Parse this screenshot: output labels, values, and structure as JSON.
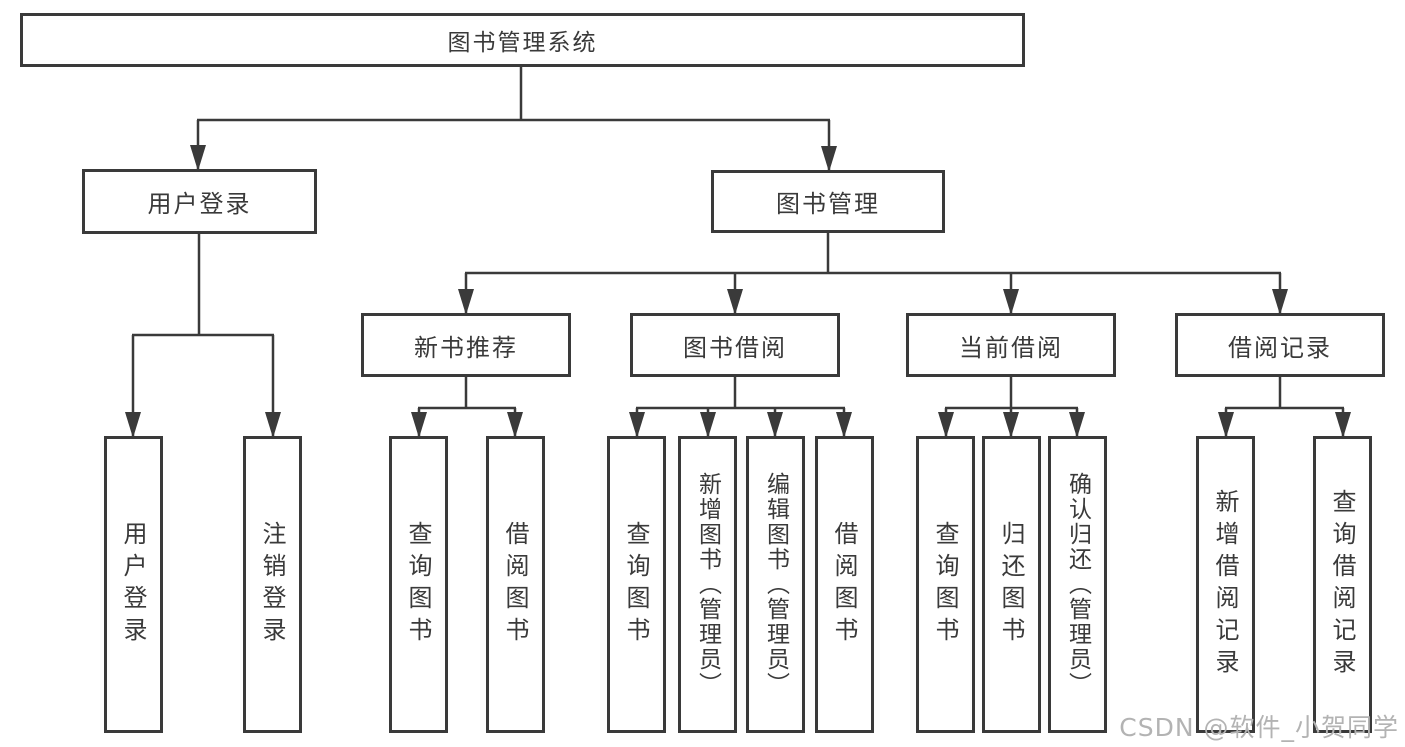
{
  "diagram": {
    "root": {
      "label": "图书管理系统"
    },
    "level2": [
      {
        "label": "用户登录"
      },
      {
        "label": "图书管理"
      }
    ],
    "level3": [
      {
        "label": "新书推荐"
      },
      {
        "label": "图书借阅"
      },
      {
        "label": "当前借阅"
      },
      {
        "label": "借阅记录"
      }
    ],
    "leaves": [
      {
        "label": "用户登录"
      },
      {
        "label": "注销登录"
      },
      {
        "label": "查询图书"
      },
      {
        "label": "借阅图书"
      },
      {
        "label": "查询图书"
      },
      {
        "label": "新增图书（管理员）"
      },
      {
        "label": "编辑图书（管理员）"
      },
      {
        "label": "借阅图书"
      },
      {
        "label": "查询图书"
      },
      {
        "label": "归还图书"
      },
      {
        "label": "确认归还（管理员）"
      },
      {
        "label": "新增借阅记录"
      },
      {
        "label": "查询借阅记录"
      }
    ],
    "colors": {
      "line": "#3a3a3a",
      "text": "#3a3a3a",
      "watermark": "#b3b3b3",
      "background": "#ffffff"
    },
    "watermark": "CSDN @软件_小贺同学"
  }
}
